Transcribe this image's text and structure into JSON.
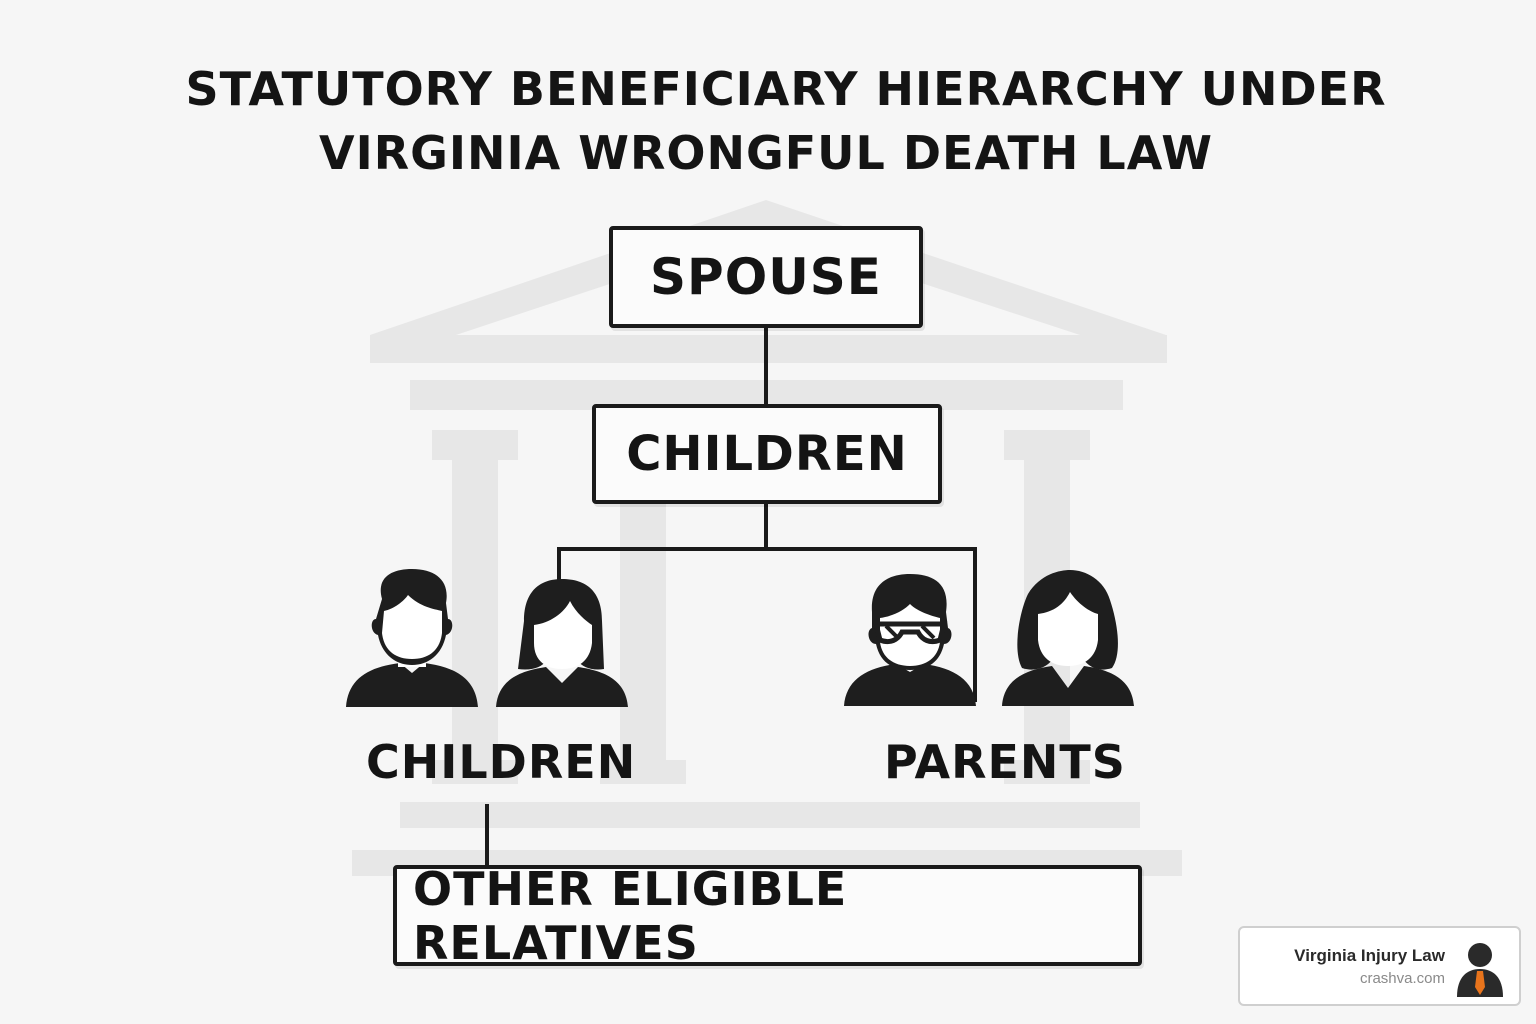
{
  "title": {
    "line1": "STATUTORY BENEFICIARY HIERARCHY UNDER",
    "line2": "VIRGINIA WRONGFUL DEATH LAW"
  },
  "nodes": {
    "spouse": "SPOUSE",
    "children": "CHILDREN",
    "other_relatives": "OTHER ELIGIBLE RELATIVES"
  },
  "groups": {
    "children_label": "CHILDREN",
    "parents_label": "PARENTS"
  },
  "icons": {
    "backdrop": "courthouse-icon",
    "people": [
      "boy-icon",
      "girl-icon",
      "father-icon",
      "mother-icon"
    ],
    "badge": "lawyer-avatar-icon"
  },
  "badge": {
    "name": "Virginia Injury Law",
    "site": "crashva.com"
  },
  "colors": {
    "ink": "#1a1a1a",
    "background": "#f6f6f6",
    "backdrop": "#e6e6e6",
    "badge_accent": "#e8741c"
  }
}
